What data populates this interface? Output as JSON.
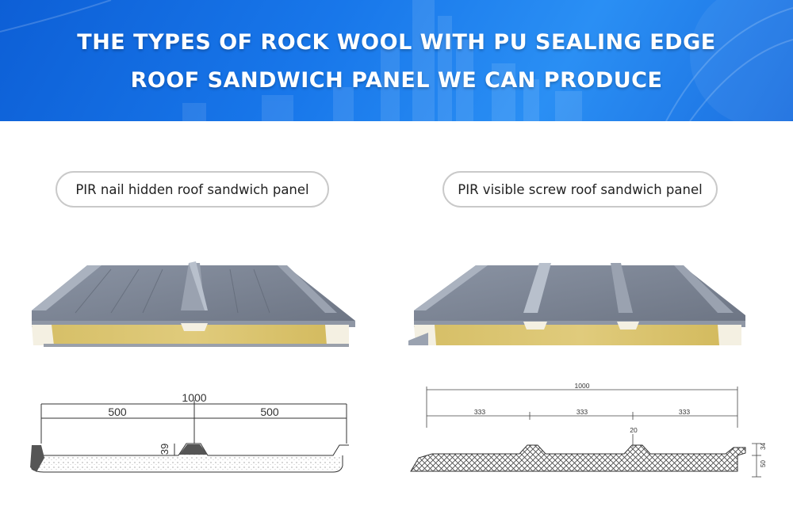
{
  "banner": {
    "title_line1": "THE TYPES OF ROCK WOOL WITH PU SEALING EDGE",
    "title_line2": "ROOF SANDWICH PANEL WE CAN PRODUCE"
  },
  "panels": [
    {
      "label": "PIR nail hidden roof sandwich panel",
      "drawing": {
        "total": "1000",
        "left": "500",
        "right": "500",
        "rib_height": "39"
      }
    },
    {
      "label": "PIR visible screw roof sandwich panel",
      "drawing": {
        "total": "1000",
        "seg1": "333",
        "seg2": "333",
        "seg3": "333",
        "rib_height": "20",
        "dim_a": "34",
        "dim_b": "50"
      }
    }
  ],
  "colors": {
    "banner_blue": "#1877ea",
    "steel_grey": "#7e8694",
    "rock_wool": "#d8c16a",
    "pu_edge": "#f2eedf"
  }
}
